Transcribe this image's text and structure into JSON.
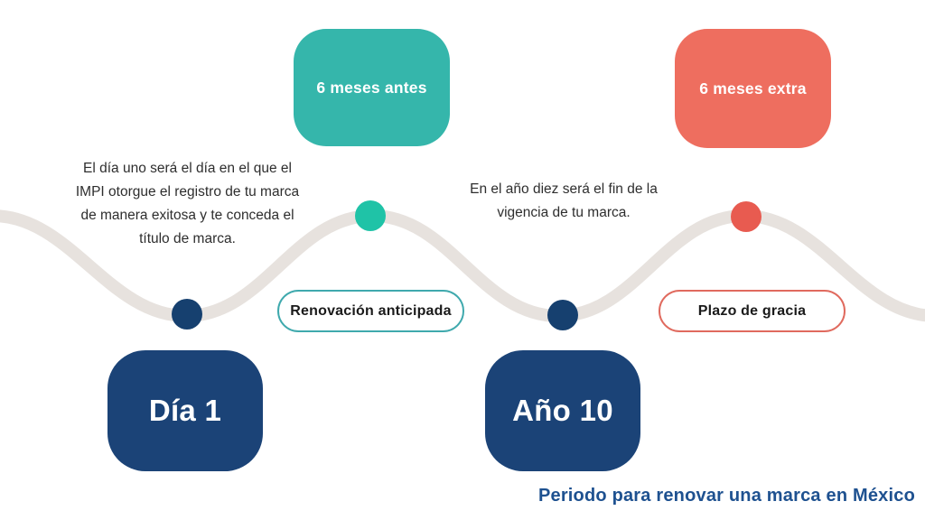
{
  "title": "Periodo para renovar una marca en México",
  "colors": {
    "teal-box": "#35b6ab",
    "teal-dot": "#1fc3a7",
    "teal-outline": "#3fa9ad",
    "coral-box": "#ee6e5f",
    "coral-dot": "#e85b50",
    "coral-outline": "#e06a5e",
    "navy-box": "#1b4377",
    "navy-dot": "#16406f",
    "title-blue": "#1e5190",
    "wave": "#e7e2de",
    "text-dark": "#2e2e2e"
  },
  "badges": {
    "before": {
      "label": "6 meses antes"
    },
    "extra": {
      "label": "6 meses extra"
    }
  },
  "pills": {
    "renewal": {
      "label": "Renovación anticipada"
    },
    "grace": {
      "label": "Plazo de gracia"
    }
  },
  "milestones": {
    "day1": {
      "label": "Día 1",
      "description": "El día uno será el día en el que el IMPI otorgue el registro de tu marca de manera exitosa y te conceda el título de marca."
    },
    "year10": {
      "label": "Año 10",
      "description": "En el año diez será el fin de la vigencia de tu marca."
    }
  }
}
